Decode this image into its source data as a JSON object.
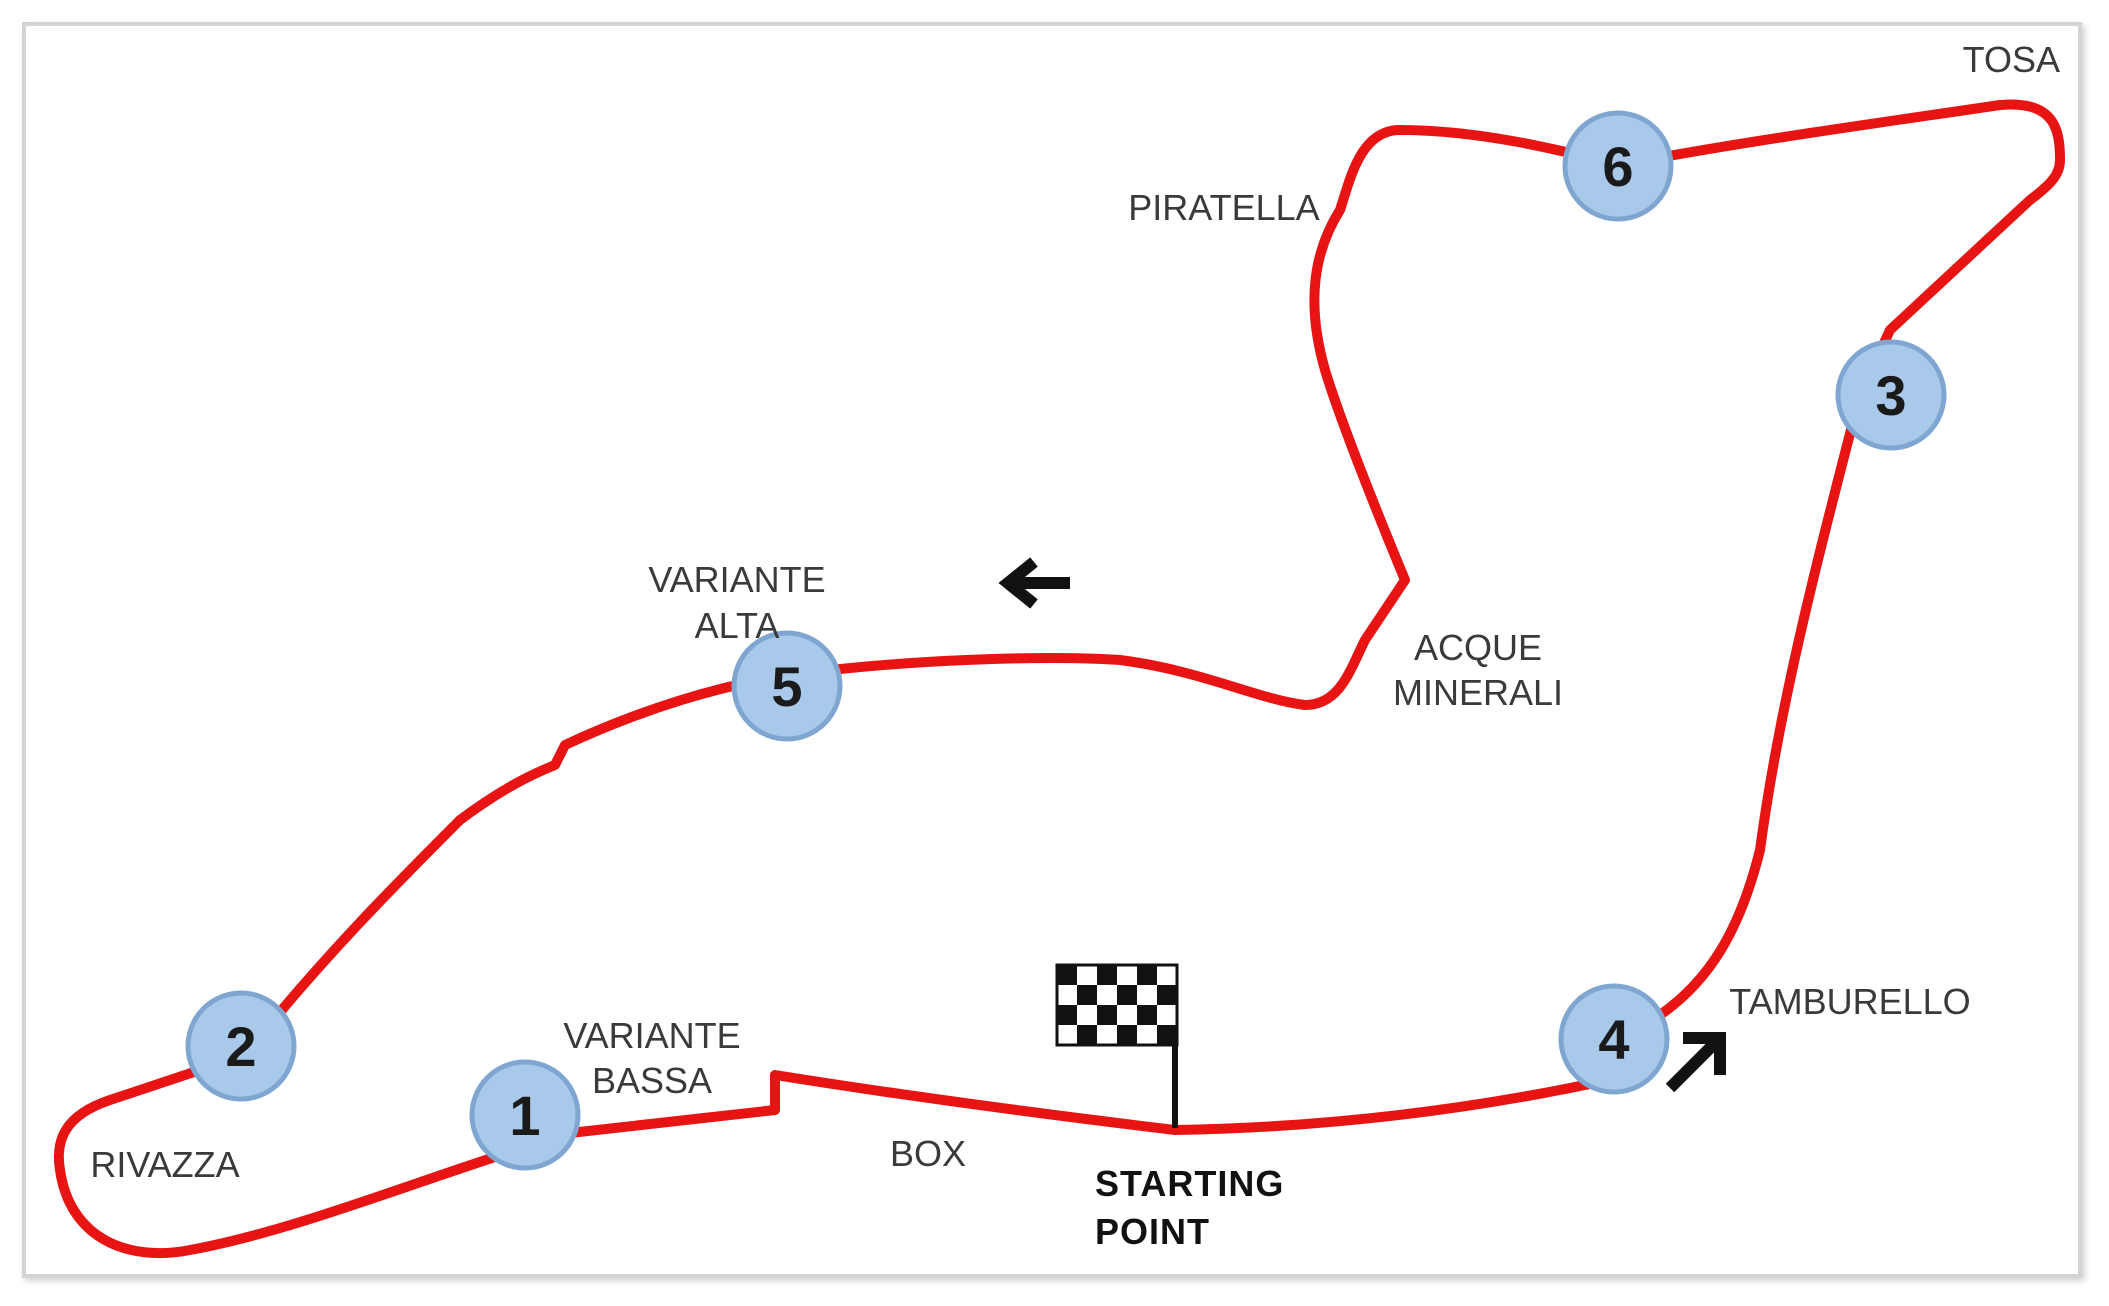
{
  "colors": {
    "track": "#e81414",
    "marker_fill": "#a9c9ea",
    "marker_stroke": "#7ea6d0",
    "text": "#3a3a3a"
  },
  "markers": [
    "1",
    "2",
    "3",
    "4",
    "5",
    "6"
  ],
  "corners": {
    "tosa": "TOSA",
    "piratella": "PIRATELLA",
    "acque_line1": "ACQUE",
    "acque_line2": "MINERALI",
    "variante_alta_line1": "VARIANTE",
    "variante_alta_line2": "ALTA",
    "variante_bassa_line1": "VARIANTE",
    "variante_bassa_line2": "BASSA",
    "rivazza": "RIVAZZA",
    "box": "BOX",
    "tamburello": "TAMBURELLO"
  },
  "start": {
    "line1": "STARTING",
    "line2": "POINT"
  },
  "icons": {
    "direction_left": "arrow-left-icon",
    "direction_up_right": "arrow-up-right-icon",
    "flag": "checkered-flag-icon"
  }
}
